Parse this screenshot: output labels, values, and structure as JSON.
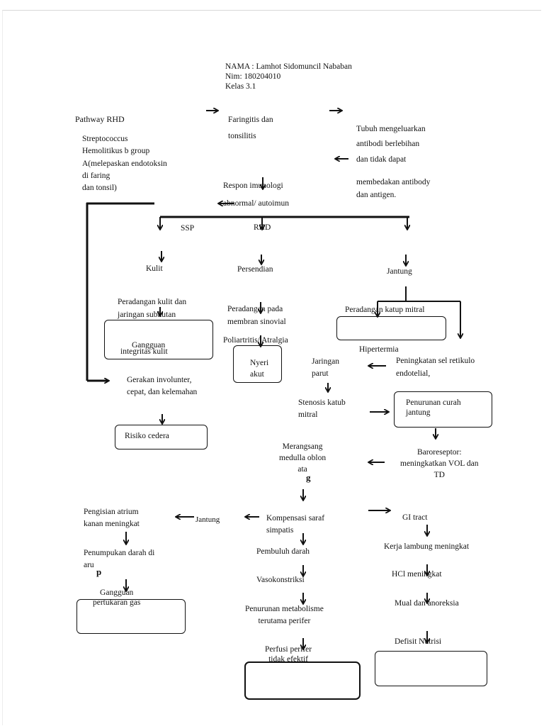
{
  "header": {
    "nama": "NAMA : Lamhot Sidomuncil Nababan",
    "nim": "Nim: 180204010",
    "kelas": "Kelas 3.1"
  },
  "pathway_title": "Pathway RHD",
  "nodes": {
    "streptococcus": "Streptococcus\nHemolitikus b group\nA(melepaskan endotoksin\ndi faring\ndan tonsil)",
    "faringitis": "Faringitis dan\n\ntonsilitis",
    "tubuh": "Tubuh mengeluarkan\nantibodi berlebihan\ndan tidak dapat",
    "membedakan": "membedakan antibody\ndan antigen.",
    "respon": "Respon imunologi\n\nabnormal/ autoimun",
    "ssp": "SSP",
    "rhd": "RHD",
    "kulit": "Kulit",
    "persendian": "Persendian",
    "jantung": "Jantung",
    "peradangan_kulit": "Peradangan kulit dan\njaringan subkutan",
    "gangguan_integritas_1": "Gangguan",
    "gangguan_integritas_2": "integritas kulit",
    "peradangan_membran": "Peradangan pada\nmembran sinovial",
    "poliartritis": "Poliartritis/ Atralgia",
    "nyeri_akut": "Nyeri\nakut",
    "peradangan_katup": "Peradangan katup mitral",
    "hipertermia": "Hipertermia",
    "peningkatan_sel": "Peningkatan sel retikulo\nendotelial,",
    "jaringan_parut": "Jaringan\nparut",
    "gerakan": "Gerakan involunter,\ncepat, dan kelemahan",
    "risiko_cedera": "Risiko cedera",
    "stenosis": "Stenosis katub\nmitral",
    "penurunan_curah": "Penurunan curah\njantung",
    "merangsang": "Merangsang\nmedulla oblon\nata",
    "merangsang_g": "g",
    "baroreseptor": "Baroreseptor:\nmeningkatkan VOL dan\nTD",
    "pengisian": "Pengisian atrium\nkanan meningkat",
    "jantung2": "Jantung",
    "kompensasi": "Kompensasi saraf\nsimpatis",
    "gi_tract": "GI tract",
    "penumpukan": "Penumpukan darah di\naru",
    "penumpukan_p": "p",
    "pembuluh": "Pembuluh darah",
    "kerja_lambung": "Kerja lambung meningkat",
    "vasokonstriksi": "Vasokonstriksi",
    "hcl": "HCl meningkat",
    "gangguan_pertukaran": "Gangguan\npertukaran gas",
    "penurunan_metabolisme": "Penurunan metabolisme\nterutama perifer",
    "mual": "Mual dan anoreksia",
    "perfusi": "Perfusi perifer\ntidak efektif",
    "defisit": "Defisit Nutrisi"
  }
}
